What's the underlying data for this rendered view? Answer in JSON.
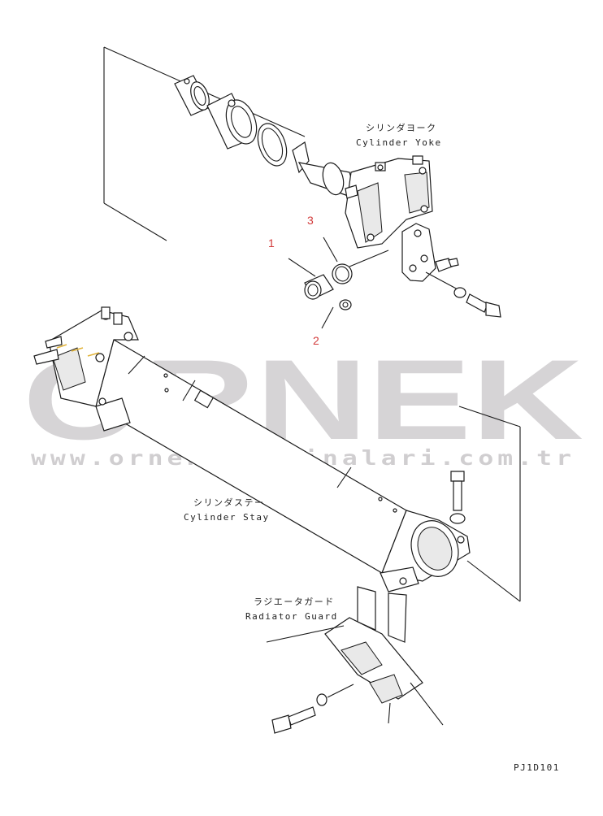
{
  "watermark": {
    "brand": "ORNEK",
    "url": "www.ornekismakinalari.com.tr"
  },
  "labels": {
    "cylinder_yoke_jp": "シリンダヨーク",
    "cylinder_yoke_en": "Cylinder Yoke",
    "cylinder_stay_jp": "シリンダステー",
    "cylinder_stay_en": "Cylinder Stay",
    "radiator_guard_jp": "ラジエータガード",
    "radiator_guard_en": "Radiator Guard"
  },
  "callouts": [
    "1",
    "2",
    "3"
  ],
  "drawing_code": "PJ1D101",
  "colors": {
    "callout": "#d23a3a",
    "watermark": "#d6d4d6",
    "line": "#1a1a1a",
    "highlight": "#e2b43a"
  }
}
